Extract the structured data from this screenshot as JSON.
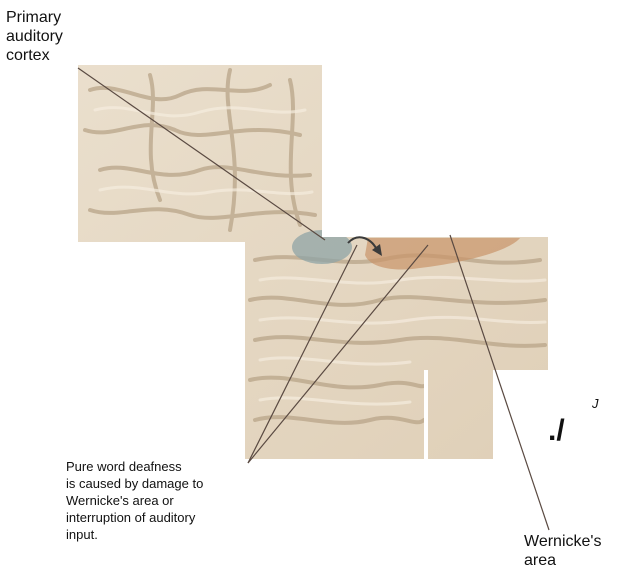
{
  "labels": {
    "primary_auditory_cortex": "Primary\nauditory\ncortex",
    "wernickes_area": "Wernicke's\narea",
    "caption": "Pure word deafness\nis caused by damage to\nWernicke's area or\ninterruption of auditory\ninput."
  },
  "stray_marks": {
    "slash": "./",
    "superscript": "J"
  },
  "colors": {
    "brain_base": "#e9dcc8",
    "gyrus_shadow": "#b9a589",
    "auditory_cortex": "#8fa4a6",
    "wernicke_area": "#c9946a",
    "lines": "#5a4a42"
  }
}
